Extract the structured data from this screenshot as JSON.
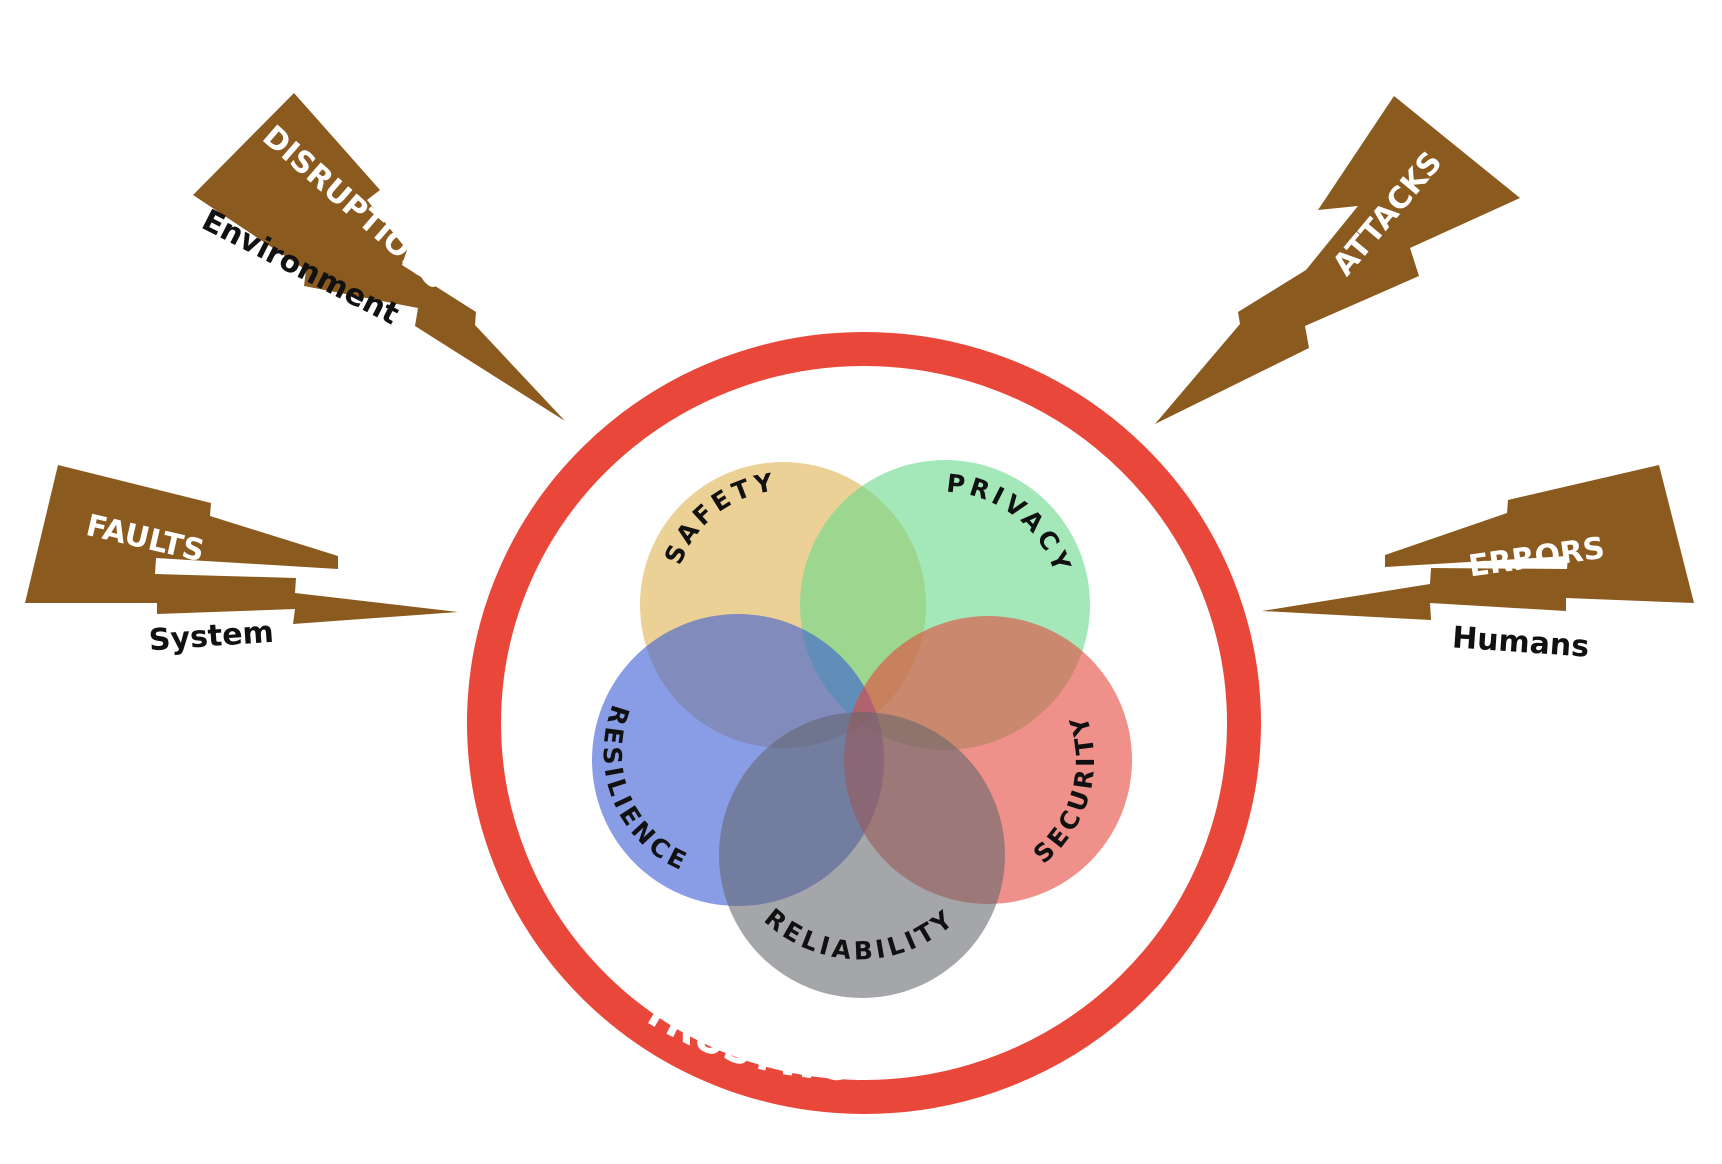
{
  "colors": {
    "bolt": "#8b5a1e",
    "ring": "#e8473a",
    "safety": "#e0b555",
    "privacy": "#67d98a",
    "security": "#e4483c",
    "resilience": "#3a5cd6",
    "reliability": "#62666c"
  },
  "threats": [
    {
      "id": "disruptions",
      "label": "DISRUPTIONS",
      "source": "Environment"
    },
    {
      "id": "faults",
      "label": "FAULTS",
      "source": "System"
    },
    {
      "id": "attacks",
      "label": "ATTACKS",
      "source": ""
    },
    {
      "id": "errors",
      "label": "ERRORS",
      "source": "Humans"
    }
  ],
  "properties": [
    {
      "id": "safety",
      "label": "SAFETY"
    },
    {
      "id": "privacy",
      "label": "PRIVACY"
    },
    {
      "id": "security",
      "label": "SECURITY"
    },
    {
      "id": "resilience",
      "label": "RESILIENCE"
    },
    {
      "id": "reliability",
      "label": "RELIABILITY"
    }
  ],
  "ring_label": "TRUSTWORTHINESS"
}
